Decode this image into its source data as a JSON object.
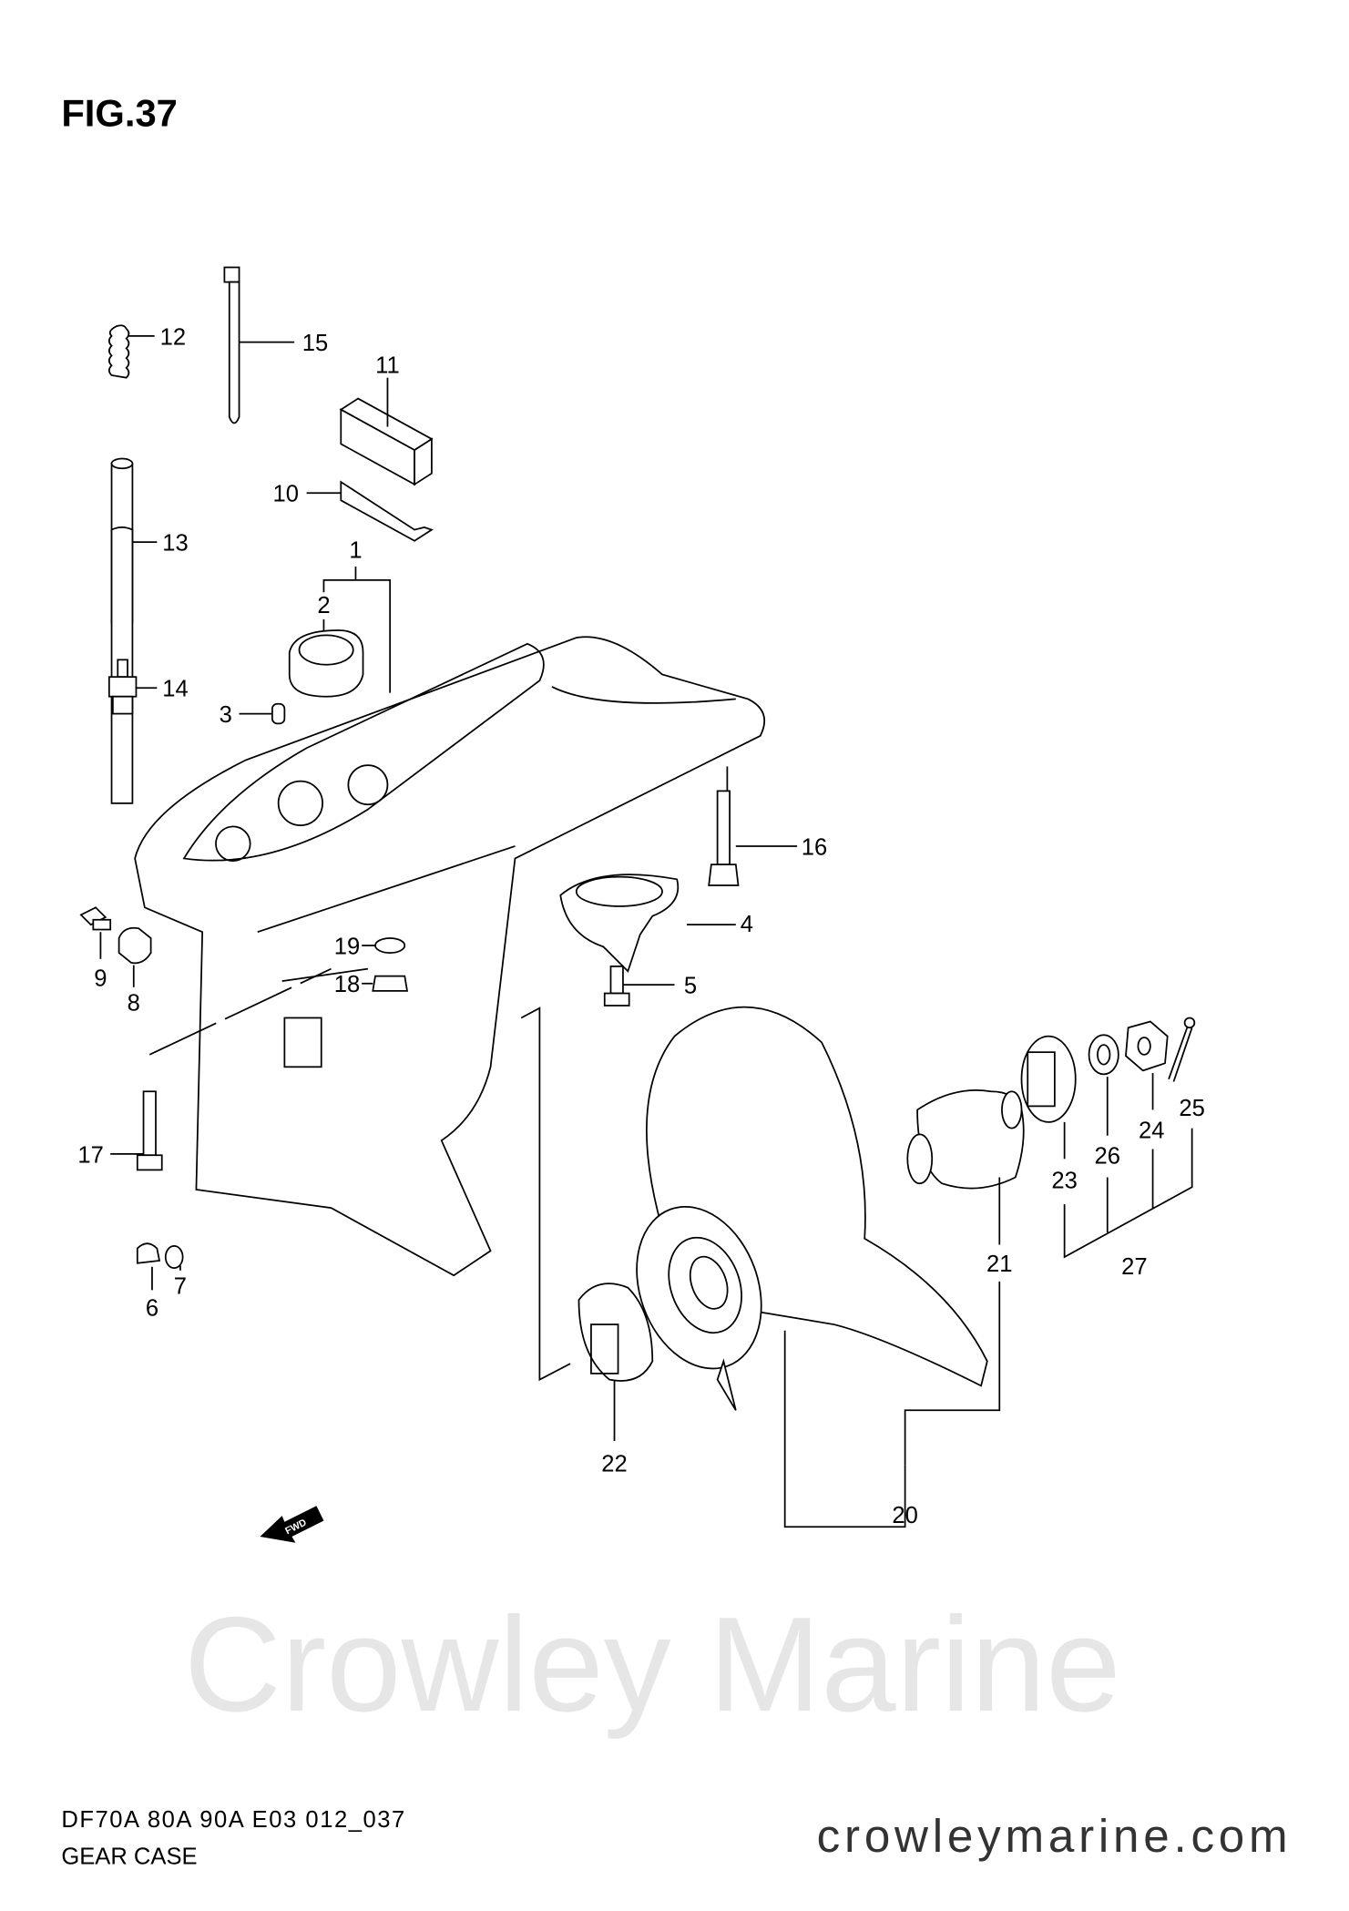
{
  "figure": {
    "title": "FIG.37",
    "model_code": "DF70A 80A 90A E03 012_037",
    "section_name": "GEAR CASE",
    "website": "crowleymarine.com",
    "watermark": "Crowley Marine"
  },
  "callouts": [
    "1",
    "2",
    "3",
    "4",
    "5",
    "6",
    "7",
    "8",
    "9",
    "10",
    "11",
    "12",
    "13",
    "14",
    "15",
    "16",
    "17",
    "18",
    "19",
    "20",
    "21",
    "22",
    "23",
    "24",
    "25",
    "26",
    "27"
  ],
  "fwd_arrow_label": "FWD"
}
